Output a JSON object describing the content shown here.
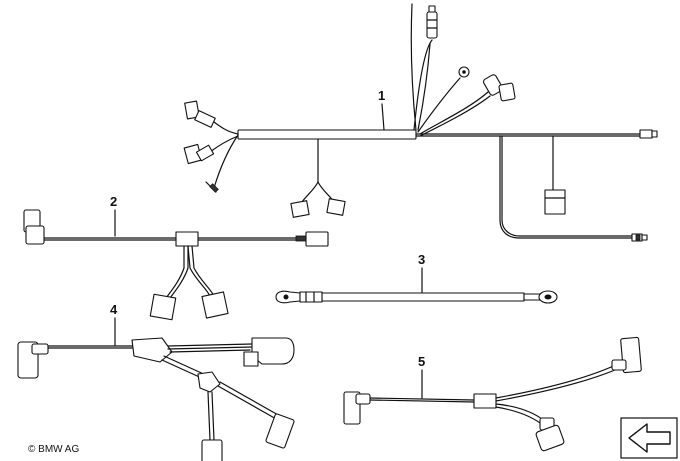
{
  "diagram": {
    "callouts": [
      "1",
      "2",
      "3",
      "4",
      "5"
    ],
    "copyright": "© BMW AG"
  },
  "nav": {
    "back_icon": "arrow-left-icon"
  }
}
